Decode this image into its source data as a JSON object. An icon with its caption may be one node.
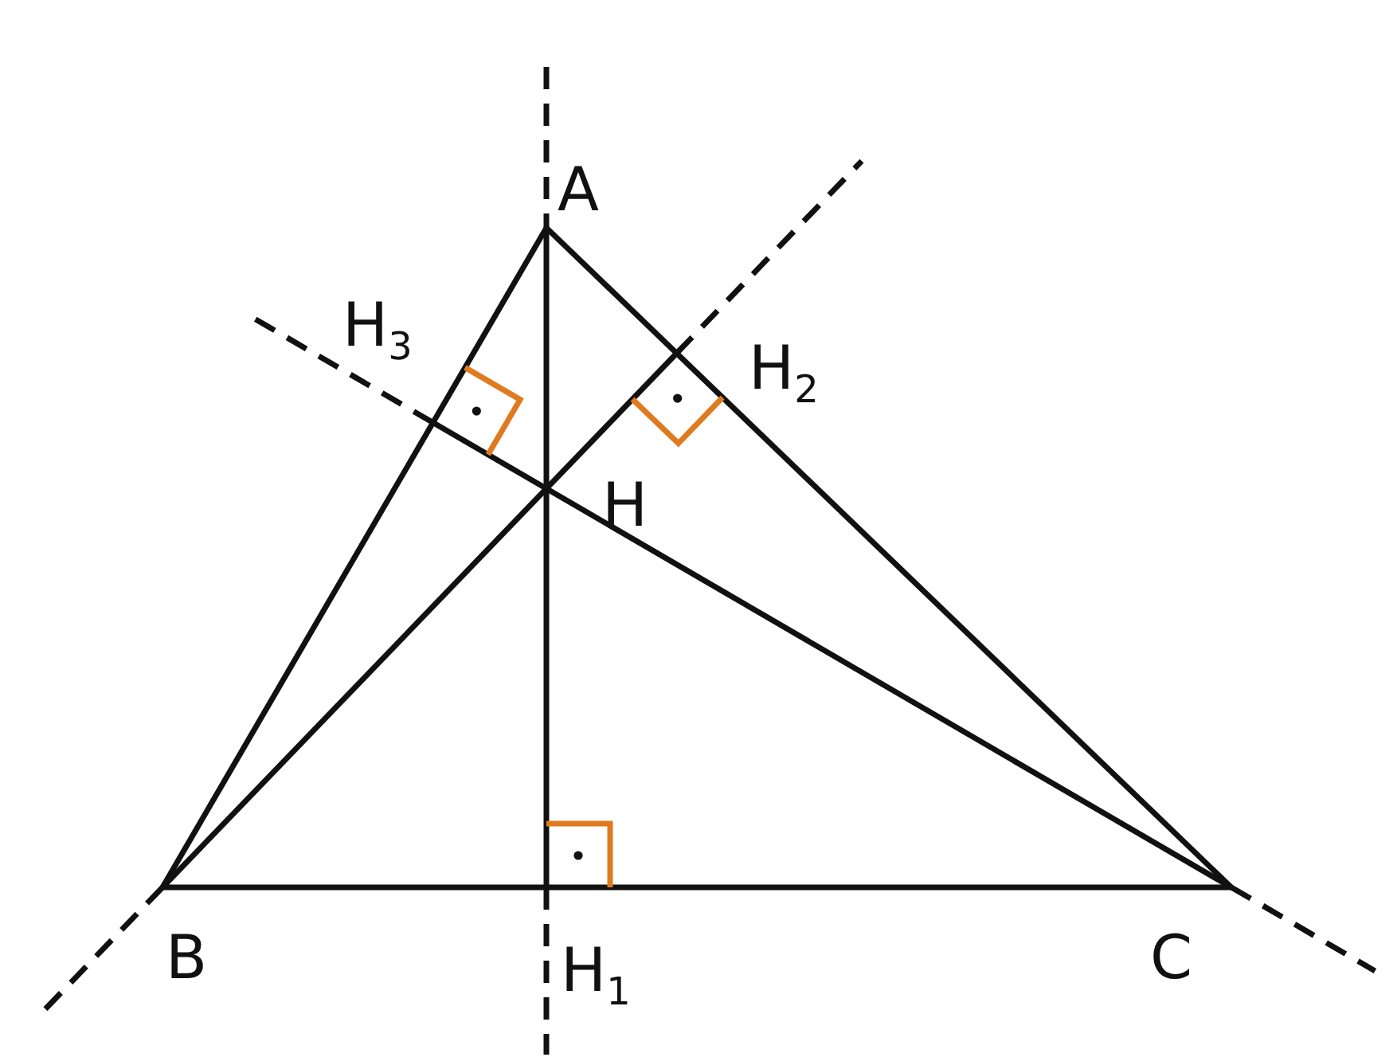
{
  "diagram": {
    "labels": [
      "A",
      "H$_{3}$",
      "H$_{2}$",
      "H",
      "B",
      "H$_{1}$",
      "C"
    ]
  }
}
